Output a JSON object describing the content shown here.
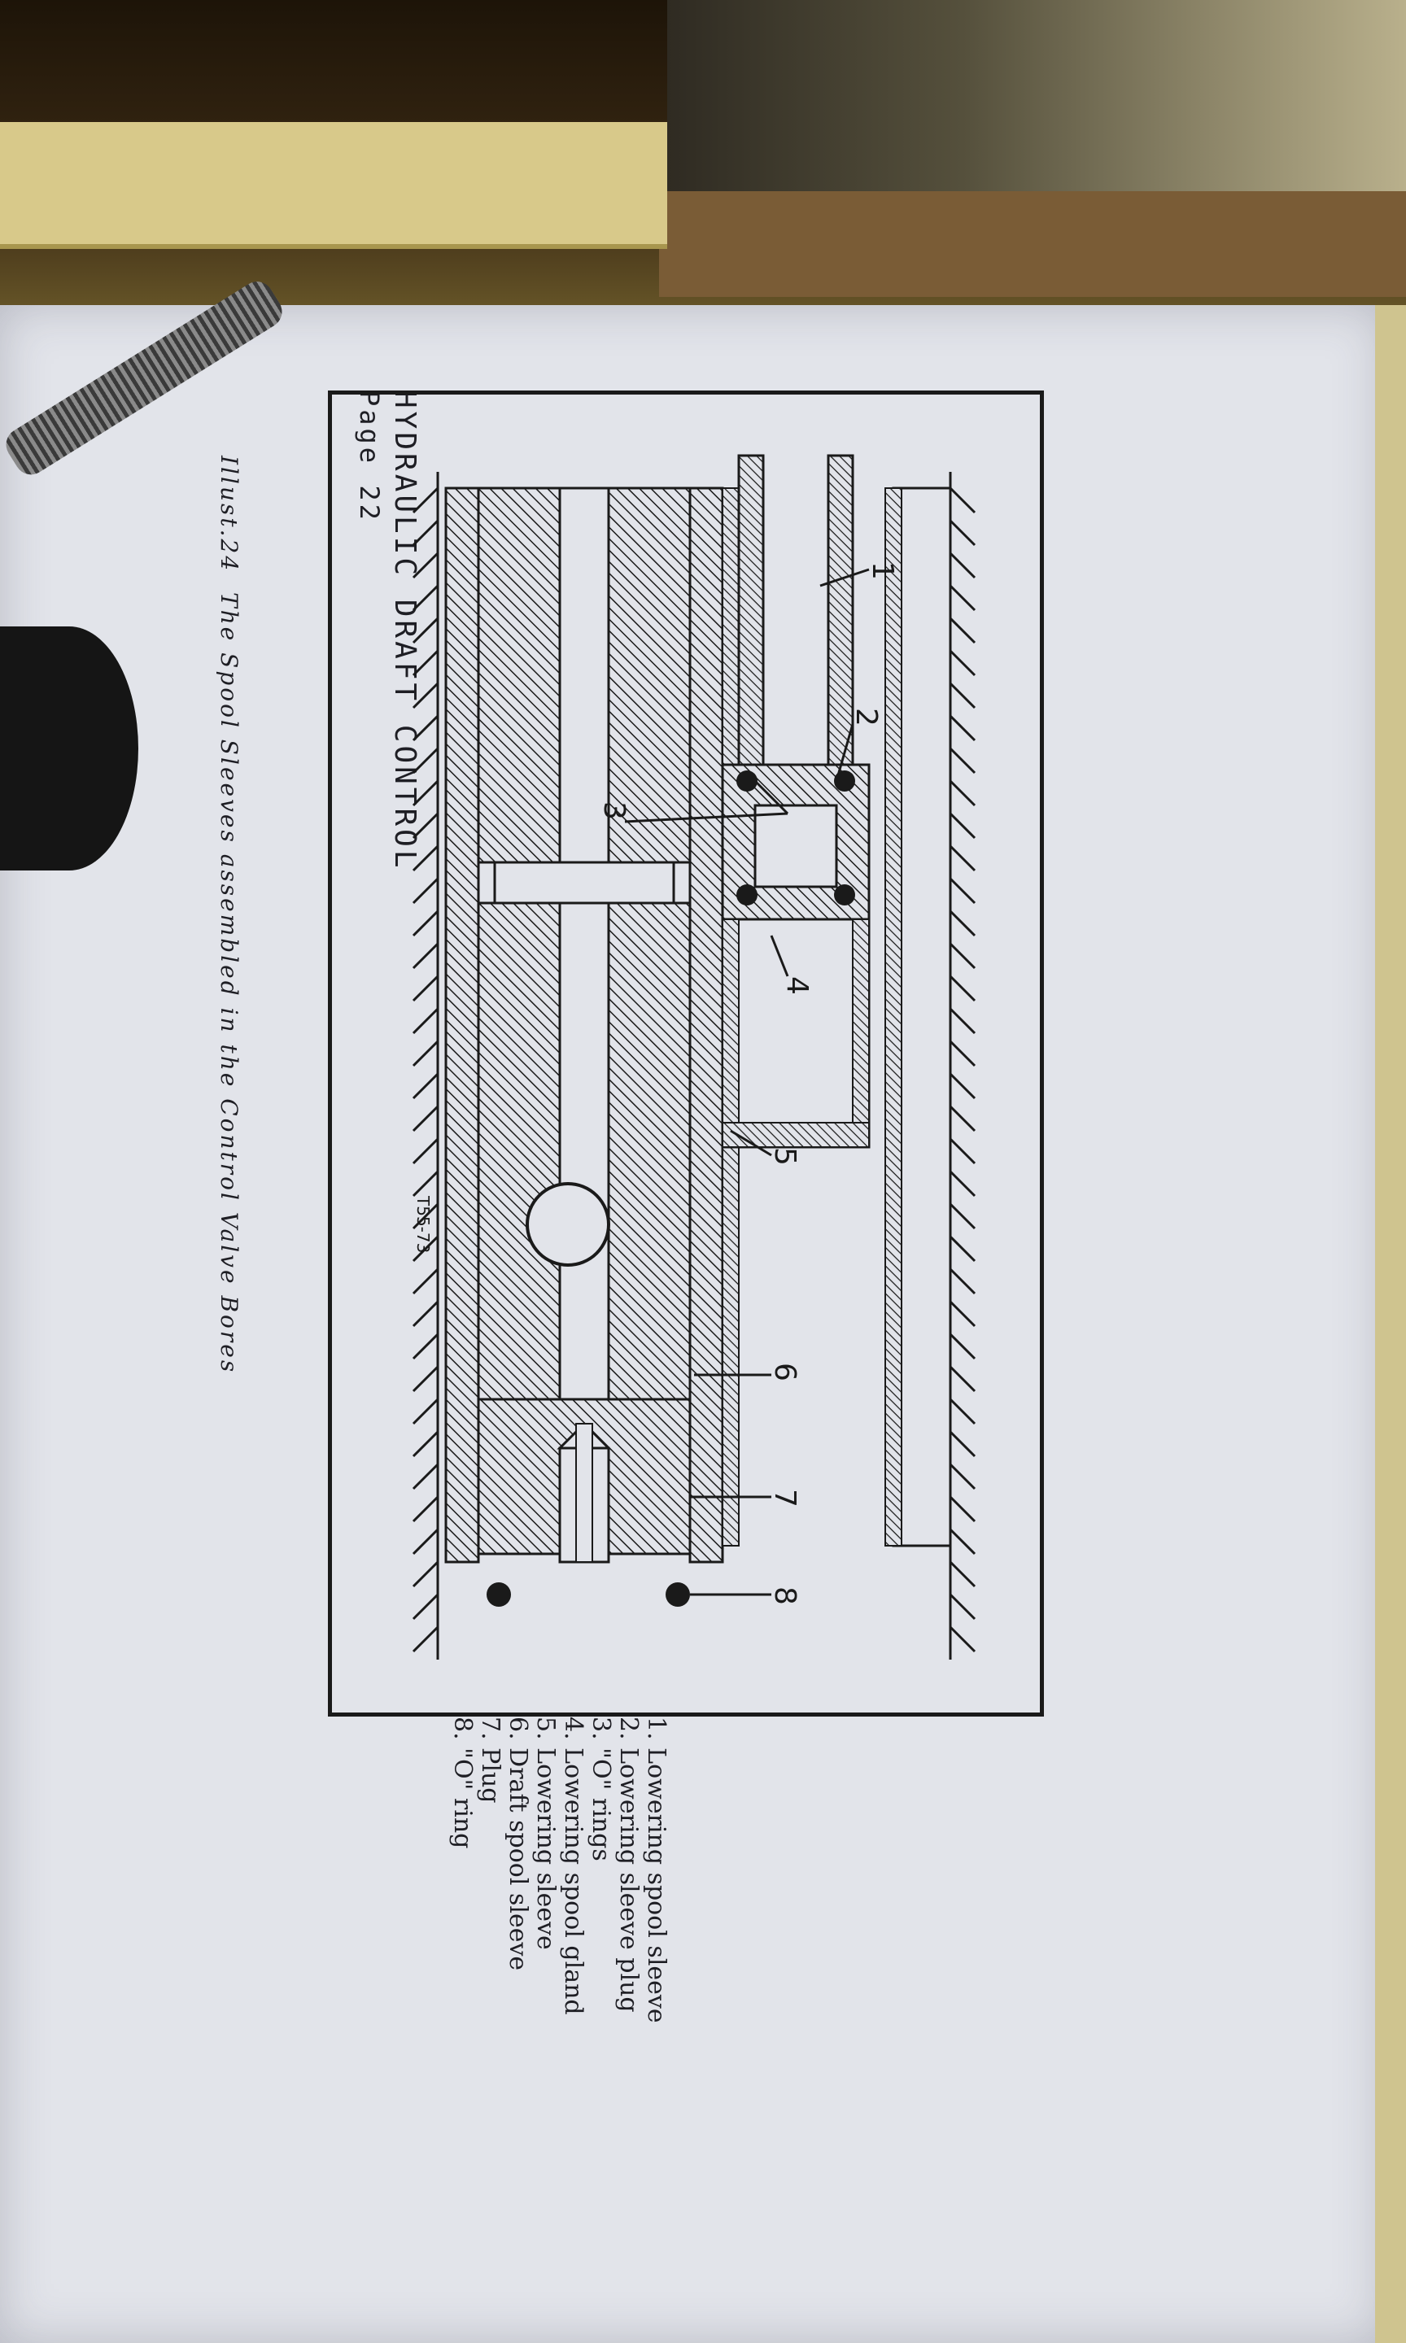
{
  "document": {
    "header_title": "HYDRAULIC DRAFT CONTROL",
    "header_page": "Page 22",
    "caption": "Illust.24  The Spool Sleeves assembled in the Control Valve Bores",
    "figure_code": "T55-73",
    "callout_numbers": [
      "1",
      "2",
      "3",
      "4",
      "5",
      "6",
      "7",
      "8"
    ],
    "legend": [
      "1. Lowering spool sleeve",
      "2. Lowering sleeve plug",
      "3. \"O\" rings",
      "4. Lowering spool gland",
      "5. Lowering sleeve",
      "6. Draft spool sleeve",
      "7. Plug",
      "8. \"O\" ring"
    ]
  },
  "colors": {
    "paper": "#e2e4ea",
    "ink": "#1e1e24",
    "cardboard": "#d8c98a"
  }
}
